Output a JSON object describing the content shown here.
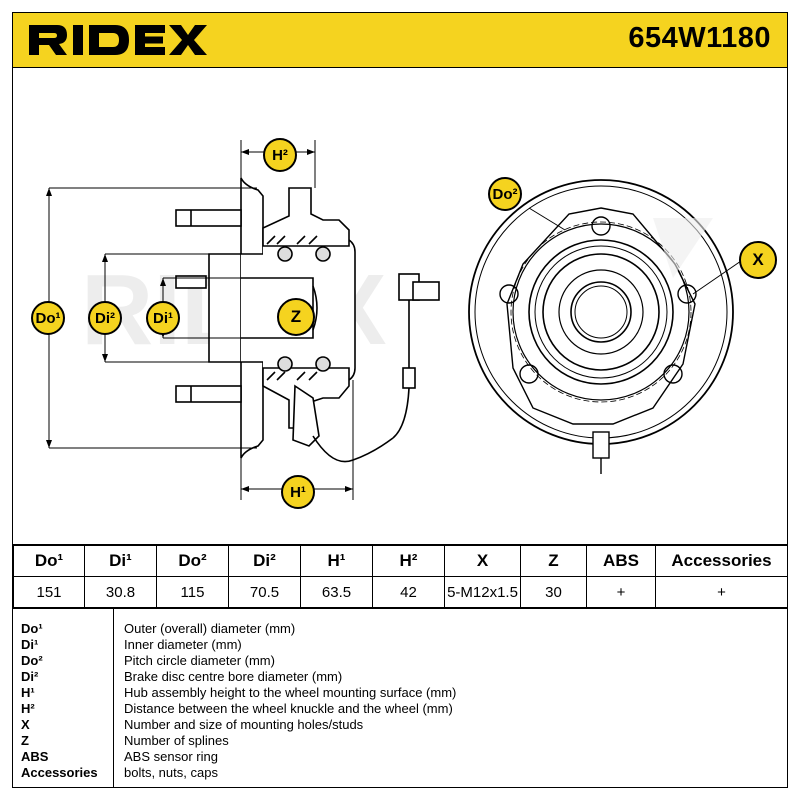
{
  "header": {
    "brand": "RIDEX",
    "part_number": "654W1180",
    "background_color": "#f5d31f"
  },
  "drawing": {
    "labels": {
      "h2": "H²",
      "do1": "Do¹",
      "di2": "Di²",
      "di1": "Di¹",
      "z": "Z",
      "h1": "H¹",
      "do2": "Do²",
      "x": "X"
    },
    "watermark": "RIDEX"
  },
  "specs": {
    "headers": [
      "Do¹",
      "Di¹",
      "Do²",
      "Di²",
      "H¹",
      "H²",
      "X",
      "Z",
      "ABS",
      "Accessories"
    ],
    "values": [
      "151",
      "30.8",
      "115",
      "70.5",
      "63.5",
      "42",
      "5-M12x1.5",
      "30",
      "+",
      "+"
    ]
  },
  "legend": [
    {
      "code": "Do¹",
      "desc": "Outer (overall) diameter (mm)"
    },
    {
      "code": "Di¹",
      "desc": "Inner diameter (mm)"
    },
    {
      "code": "Do²",
      "desc": "Pitch circle diameter (mm)"
    },
    {
      "code": "Di²",
      "desc": "Brake disc centre bore diameter (mm)"
    },
    {
      "code": "H¹",
      "desc": "Hub assembly height to the wheel mounting surface (mm)"
    },
    {
      "code": "H²",
      "desc": "Distance between the wheel knuckle and the wheel (mm)"
    },
    {
      "code": "X",
      "desc": "Number and size of mounting holes/studs"
    },
    {
      "code": "Z",
      "desc": "Number of splines"
    },
    {
      "code": "ABS",
      "desc": "ABS sensor ring"
    },
    {
      "code": "Accessories",
      "desc": "bolts, nuts, caps"
    }
  ]
}
